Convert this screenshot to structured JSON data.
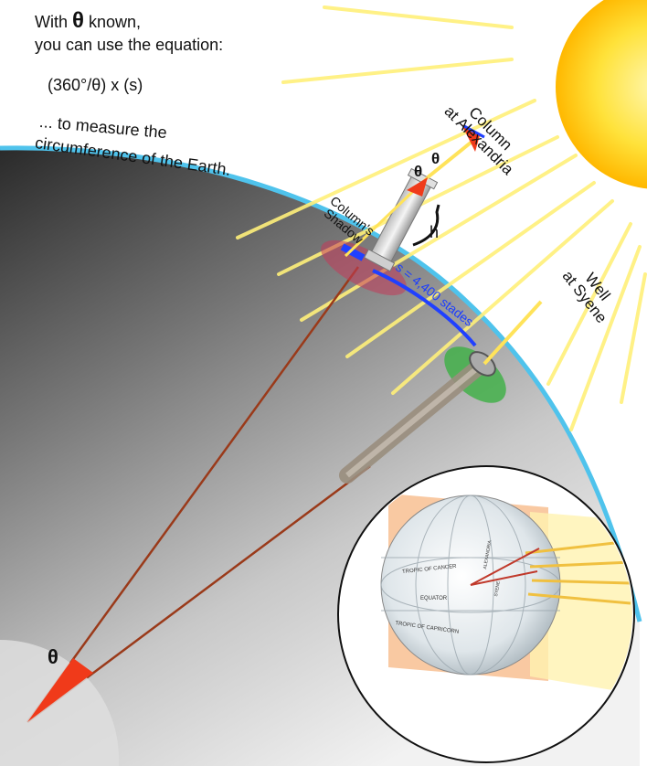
{
  "intro": {
    "line1_prefix": "With",
    "theta_symbol": "θ",
    "line1_suffix": "known,",
    "line2": "you can use the equation:",
    "equation": "(360°/θ) x (s)",
    "caption_line1": "... to measure the",
    "caption_line2": "circumference of the Earth."
  },
  "labels": {
    "column_line1": "Column",
    "column_line2": "at Alexandria",
    "theta_left": "θ",
    "theta_right": "θ",
    "shadow_line1": "Column's",
    "shadow_line2": "Shadow",
    "height": "h",
    "distance": "s = 4,400 stades",
    "well_line1": "Well",
    "well_line2": "at Syene",
    "center_theta": "θ"
  },
  "inset": {
    "tropic_cancer": "TROPIC OF CANCER",
    "equator": "EQUATOR",
    "tropic_capricorn": "TROPIC OF CAPRICORN",
    "alexandria": "ALEXANDRIA",
    "syene": "SYENE"
  },
  "colors": {
    "earth_rim": "#4fc3ec",
    "ray_line": "#9a3a1a",
    "theta_wedge": "#f03a1a",
    "sun": "#ffd400",
    "sunray": "#fff07a",
    "distance_text": "#1a3cff",
    "shadow_marker": "#2040ff"
  }
}
